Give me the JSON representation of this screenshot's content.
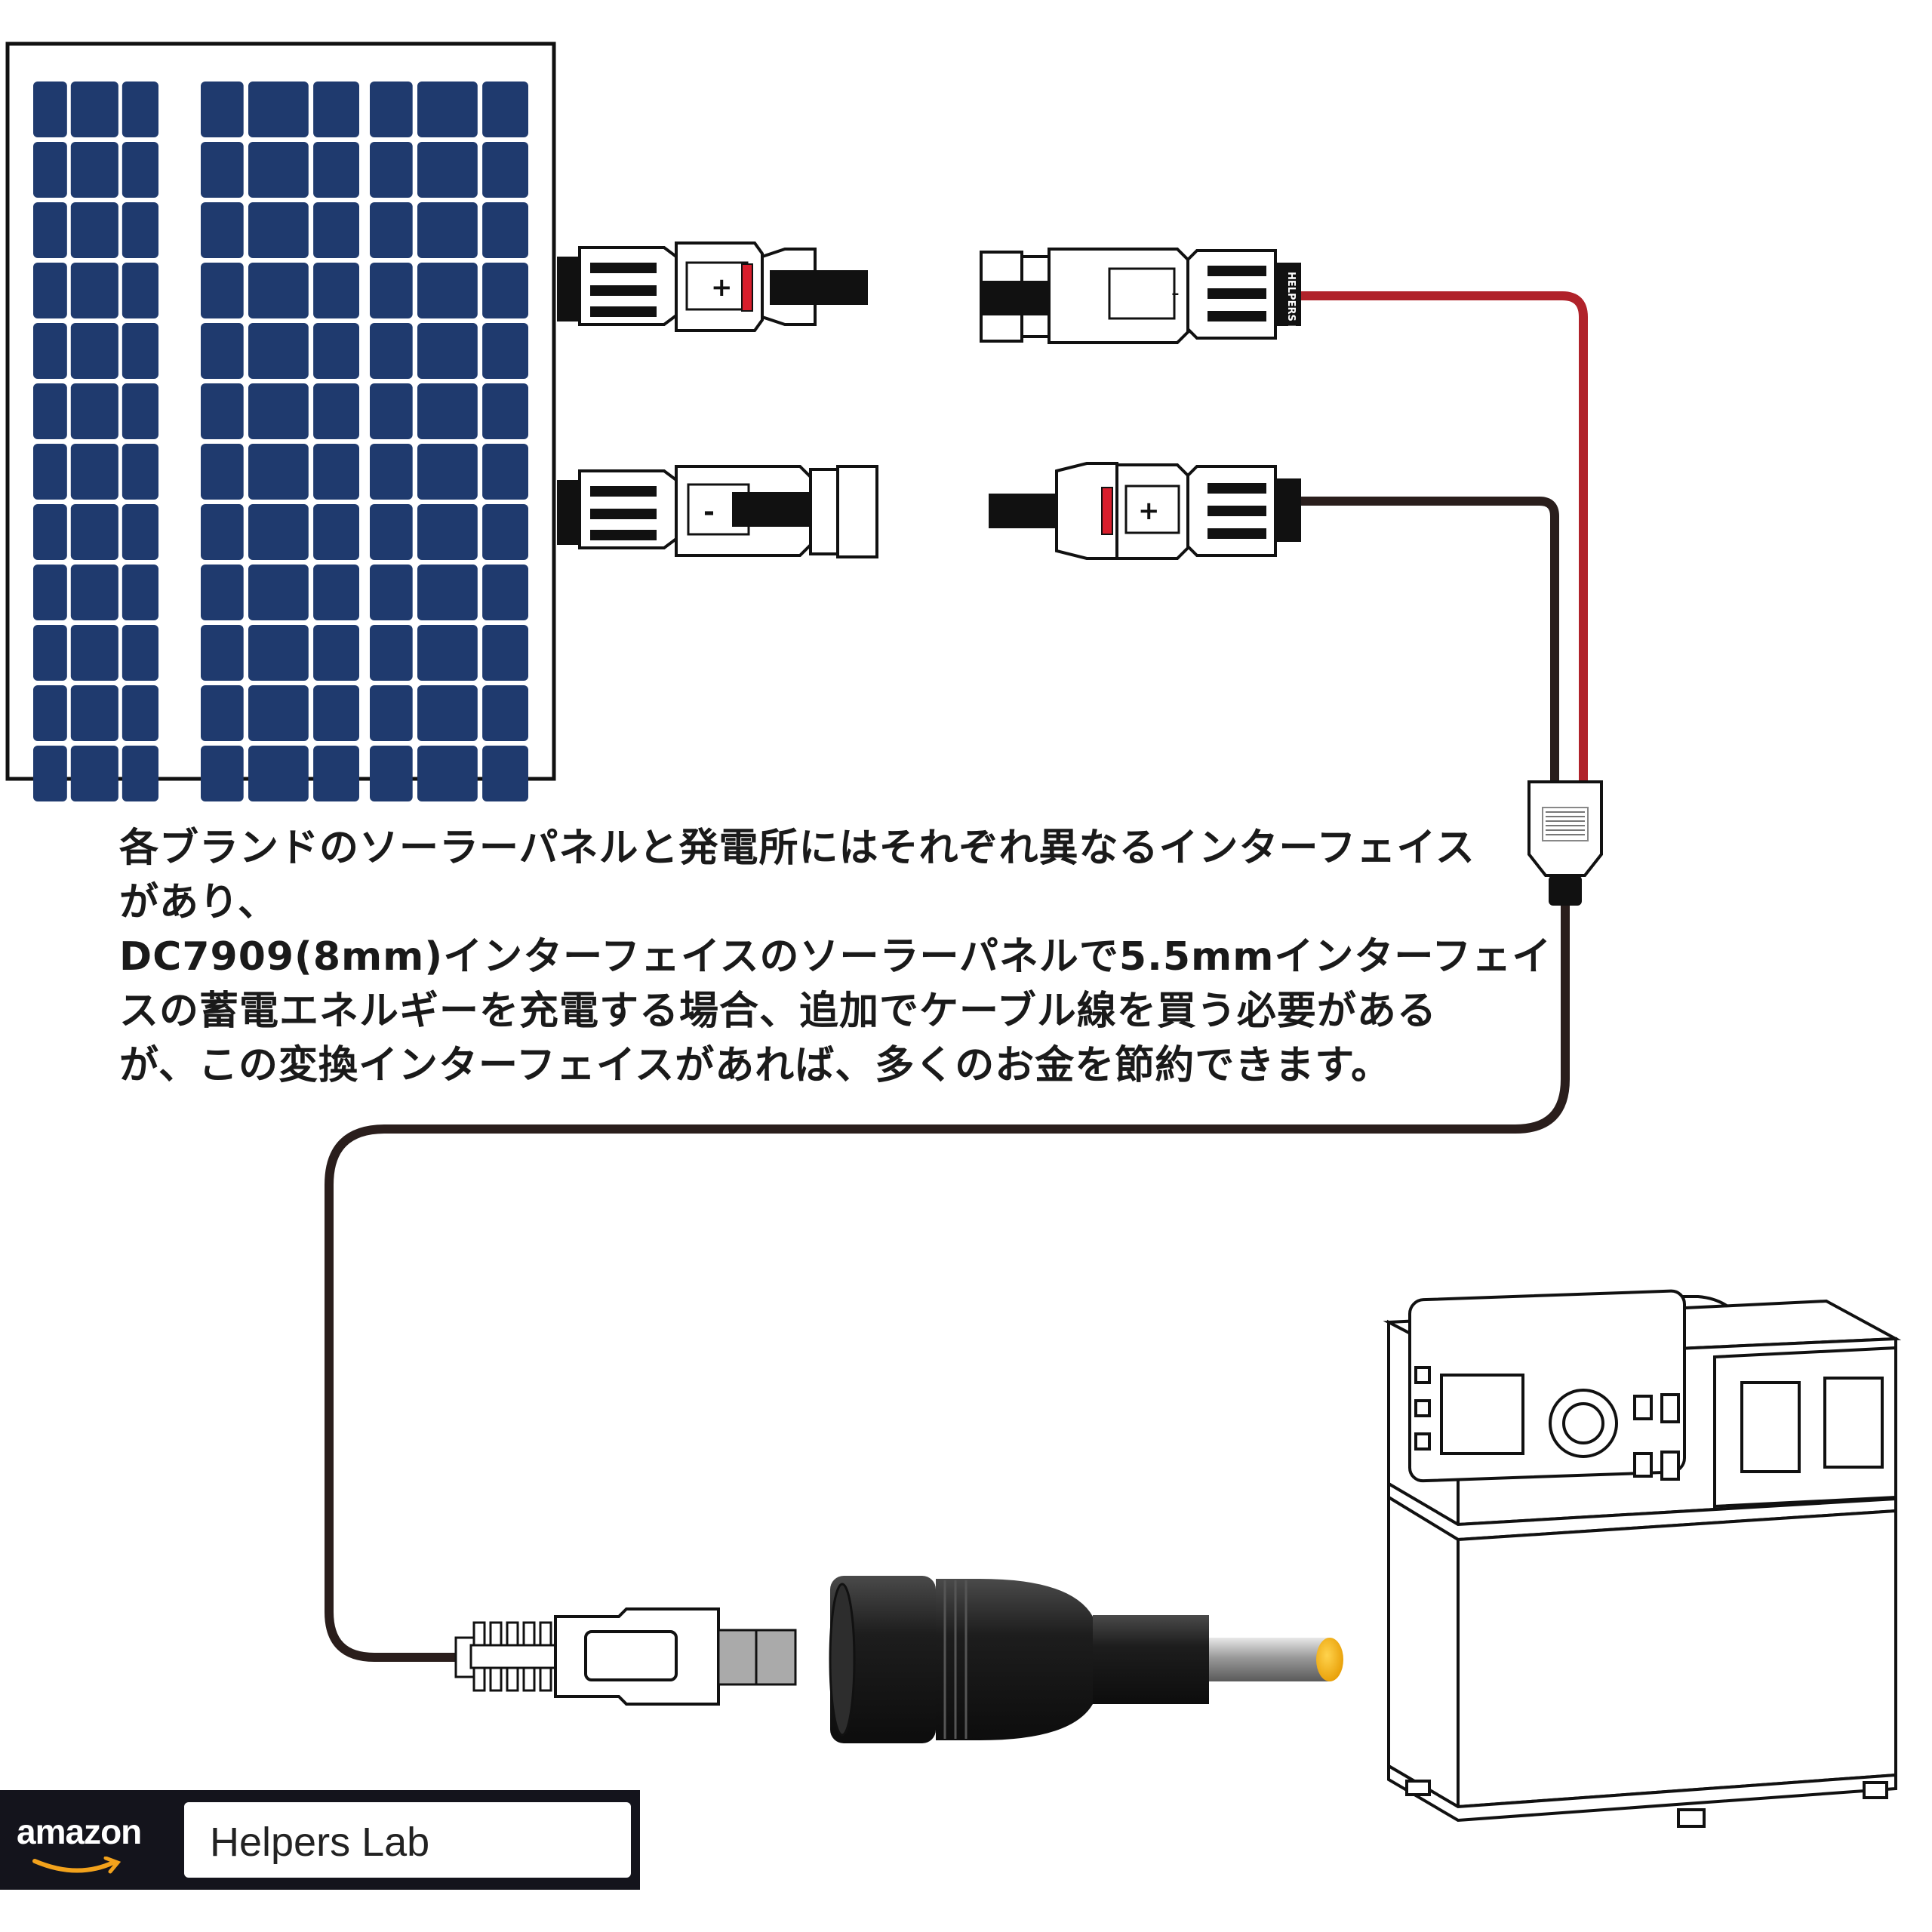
{
  "caption": {
    "lines": [
      "各ブランドのソーラーパネルと発電所にはそれぞれ異なるインターフェイス",
      "があり、",
      "DC7909(8mm)インターフェイスのソーラーパネルで5.5mmインターフェイ",
      "スの蓄電エネルギーを充電する場合、追加でケーブル線を買う必要がある",
      "が、この変換インターフェイスがあれば、多くのお金を節約できます。"
    ]
  },
  "connectors": {
    "top_left_symbol": "+",
    "bottom_left_symbol": "-",
    "top_right_symbol": "-",
    "bottom_right_symbol": "+",
    "brand_mark": "HELPERS LAB"
  },
  "badge": {
    "logo_text": "amazon",
    "store_name": "Helpers Lab"
  },
  "colors": {
    "panel_cell": "#1f3a6e",
    "panel_frame": "#111111",
    "red_wire": "#b0222a",
    "black_wire": "#2a1e1c",
    "plug_tip": "#f2b21c",
    "badge_bg": "#14141c"
  }
}
